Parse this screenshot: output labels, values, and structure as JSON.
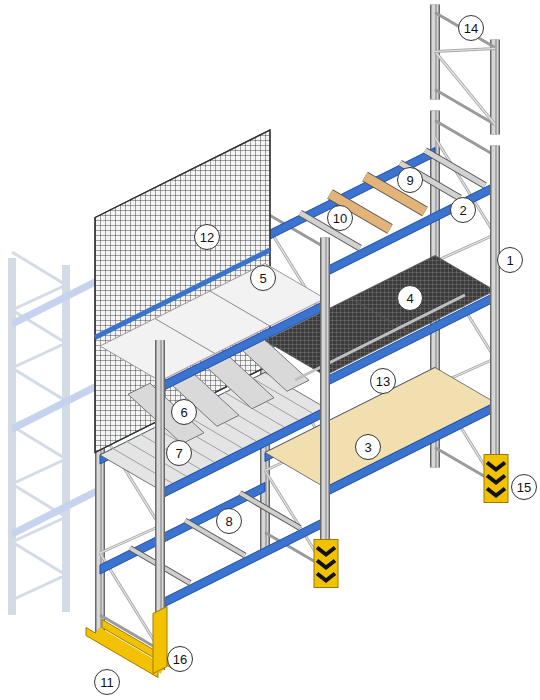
{
  "diagram": {
    "labels": [
      "14",
      "9",
      "2",
      "12",
      "10",
      "1",
      "5",
      "4",
      "13",
      "6",
      "3",
      "7",
      "15",
      "8",
      "16",
      "11"
    ]
  }
}
